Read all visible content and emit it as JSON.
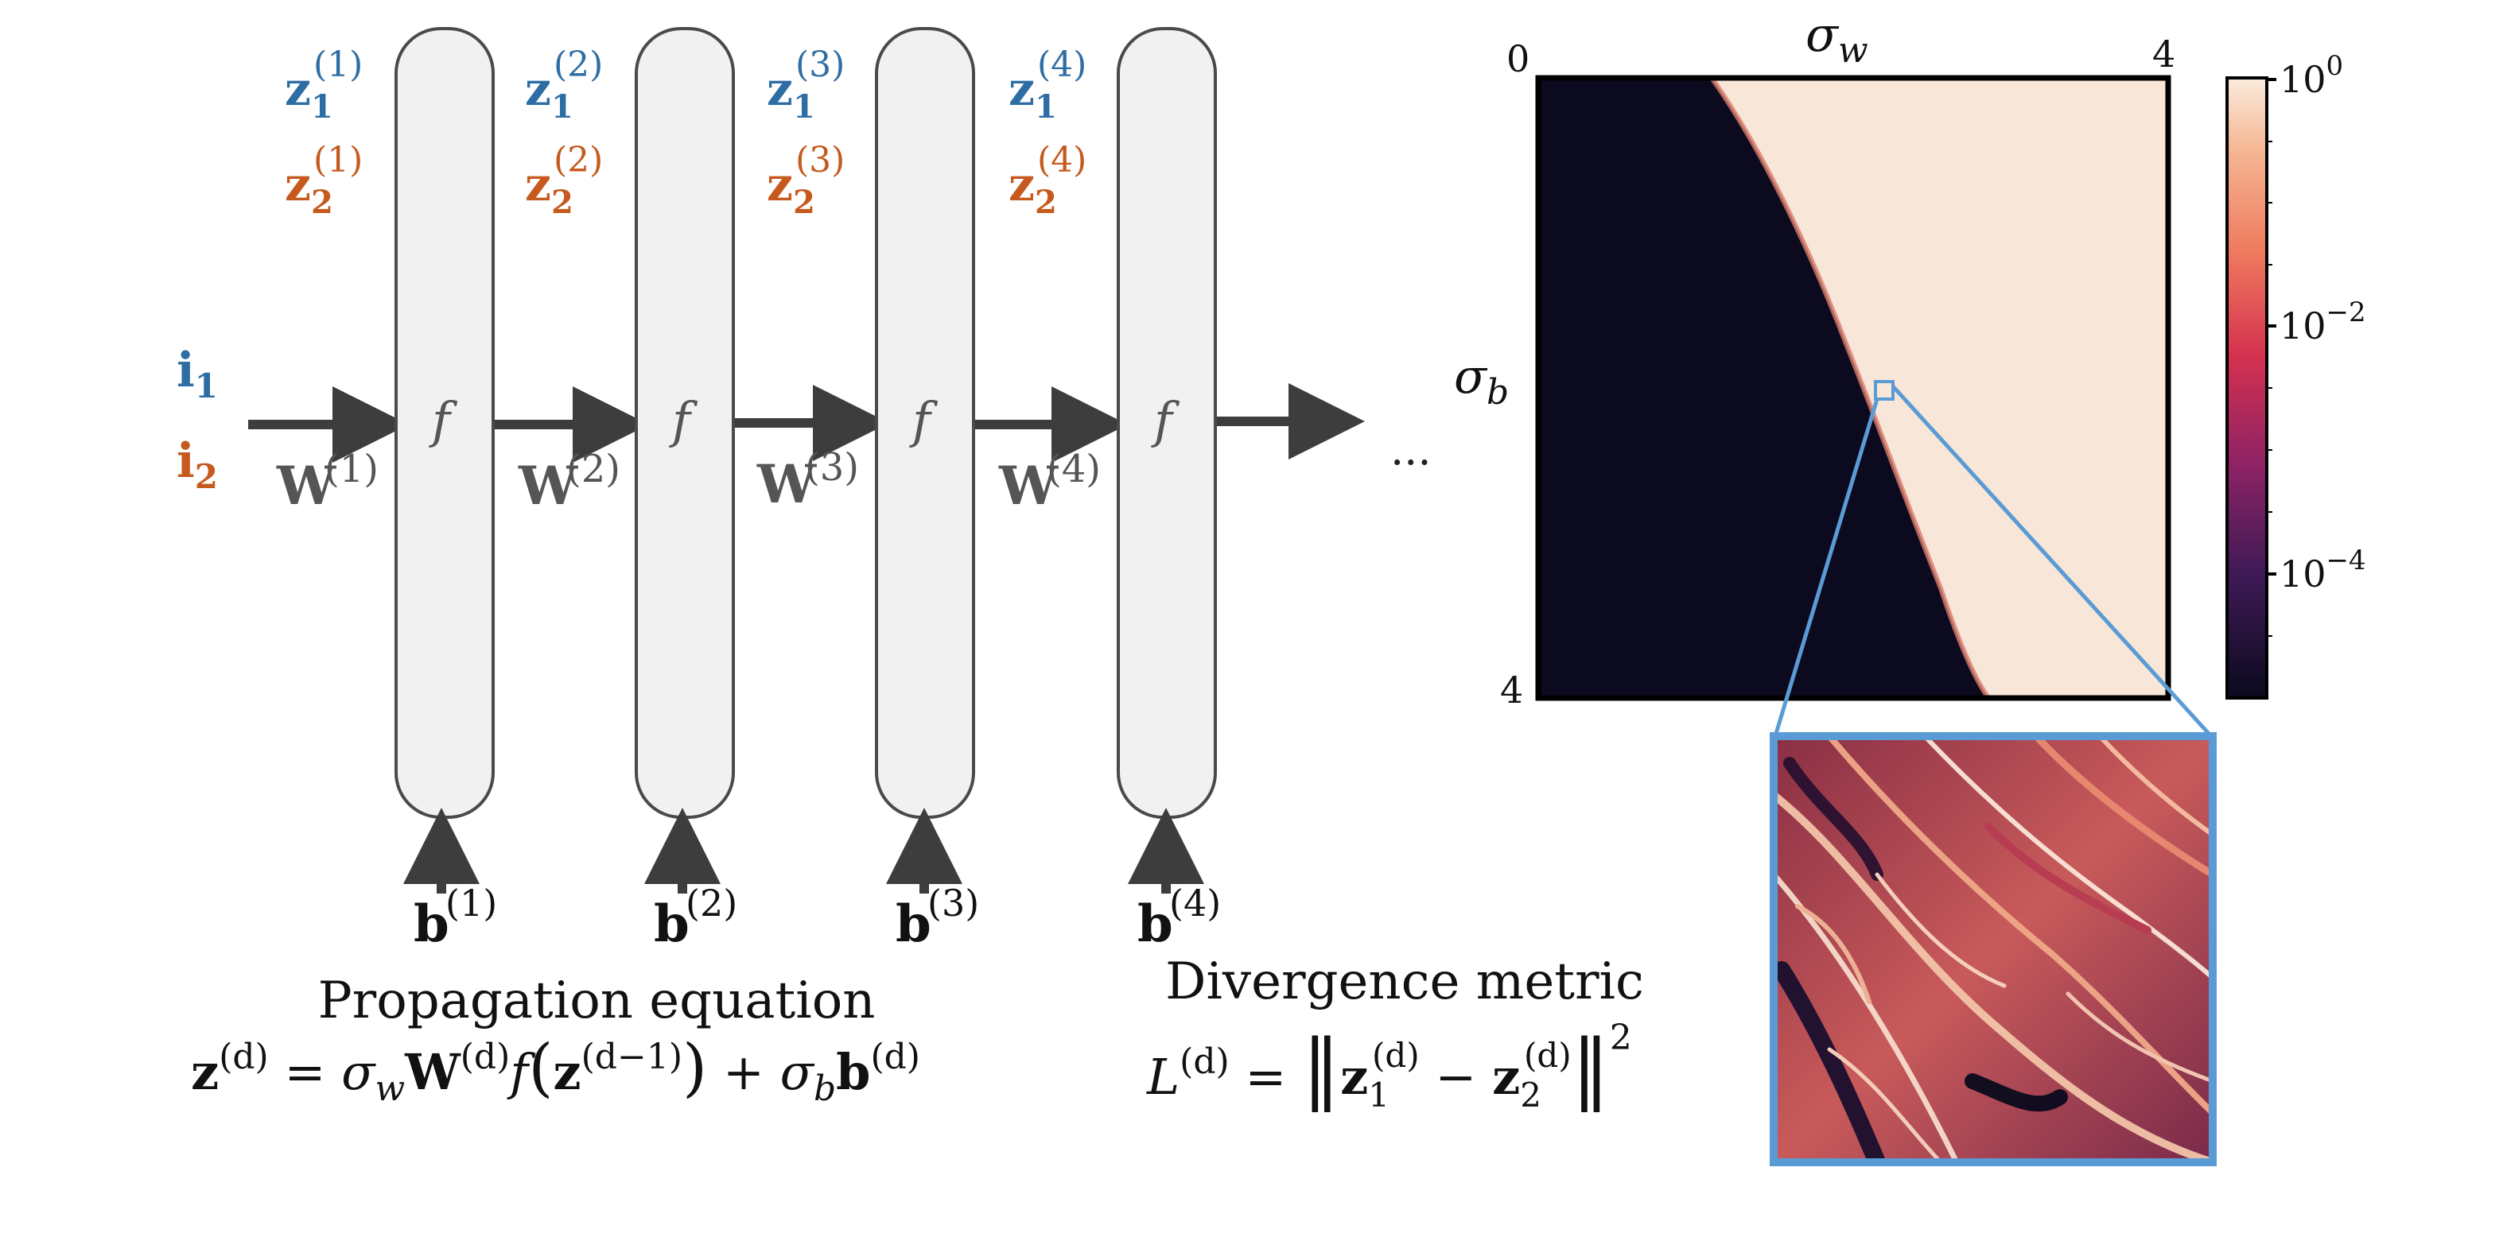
{
  "network": {
    "inputs": {
      "symbol": "i",
      "sub1": "1",
      "sub2": "2"
    },
    "activation": "f",
    "layers": [
      {
        "z_sym": "z",
        "sup": "(1)",
        "w_sym": "W",
        "w_sup": "(1)",
        "b_sym": "b",
        "b_sup": "(1)"
      },
      {
        "z_sym": "z",
        "sup": "(2)",
        "w_sym": "W",
        "w_sup": "(2)",
        "b_sym": "b",
        "b_sup": "(2)"
      },
      {
        "z_sym": "z",
        "sup": "(3)",
        "w_sym": "W",
        "w_sup": "(3)",
        "b_sym": "b",
        "b_sup": "(3)"
      },
      {
        "z_sym": "z",
        "sup": "(4)",
        "w_sym": "W",
        "w_sup": "(4)",
        "b_sym": "b",
        "b_sup": "(4)"
      }
    ],
    "z_sub1": "1",
    "z_sub2": "2",
    "ellipsis": "..."
  },
  "propagation": {
    "title": "Propagation equation",
    "eq_z": "z",
    "eq_sup_d": "(d)",
    "eq_eq": "=",
    "eq_sigma": "σ",
    "eq_w": "w",
    "eq_W": "W",
    "eq_f": "f",
    "eq_sup_dm1": "(d−1)",
    "eq_plus": "+",
    "eq_b": "b"
  },
  "divergence": {
    "title": "Divergence metric",
    "eq_L": "L",
    "eq_sup_d": "(d)",
    "eq_eq": "=",
    "eq_z": "z",
    "eq_sub1": "1",
    "eq_sub2": "2",
    "eq_minus": "−",
    "eq_sq": "2"
  },
  "heatmap": {
    "top_axis": {
      "sym": "σ",
      "sub": "w",
      "min": "0",
      "max": "4"
    },
    "left_axis": {
      "sym": "σ",
      "sub": "b",
      "max": "4"
    },
    "colorbar": {
      "ticks": [
        {
          "base": "10",
          "exp": "0"
        },
        {
          "base": "10",
          "exp": "−2"
        },
        {
          "base": "10",
          "exp": "−4"
        }
      ]
    }
  },
  "colors": {
    "blue": "#2e6da4",
    "orange": "#c65a1e",
    "arrow": "#3d3d3d",
    "layer_fill": "#f1f1f1",
    "layer_stroke": "#4a4a4a",
    "heat_dark": "#0b0a1e",
    "heat_light": "#f8e6d8",
    "zoom_blue": "#5b9bd5"
  }
}
